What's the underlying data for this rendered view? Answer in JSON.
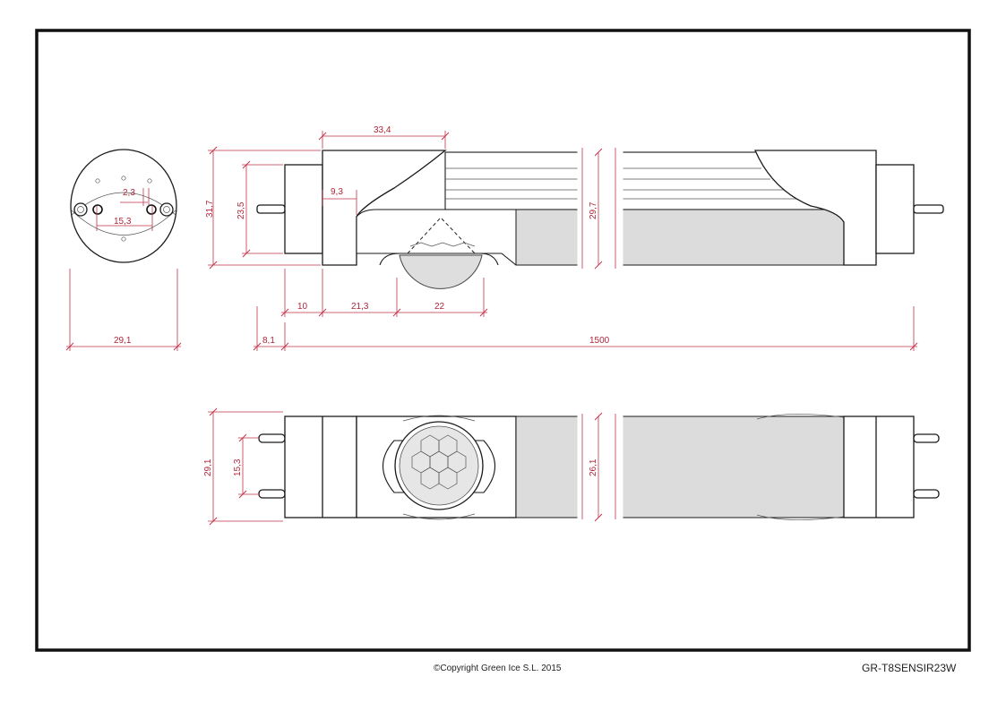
{
  "drawing": {
    "border_color": "#111111",
    "dimension_color": "#c2334a",
    "fill_gray": "#dcdcdc",
    "dimensions": {
      "end_view_dia": "29,1",
      "pin_gap_small": "2,3",
      "pin_spacing_end": "15,3",
      "overall_height": "31,7",
      "cap_height": "23,5",
      "sensor_width_top": "33,4",
      "sensor_offset": "9,3",
      "tube_height": "29,7",
      "cap_len": "10",
      "sensor_pos": "21,3",
      "lens_width": "22",
      "pin_len": "8,1",
      "total_length": "1500",
      "plan_width": "29,1",
      "plan_pin_spacing": "15,3",
      "plan_tube_width": "26,1"
    }
  },
  "footer": {
    "copyright": "©Copyright Green Ice S.L. 2015",
    "model": "GR-T8SENSIR23W"
  }
}
